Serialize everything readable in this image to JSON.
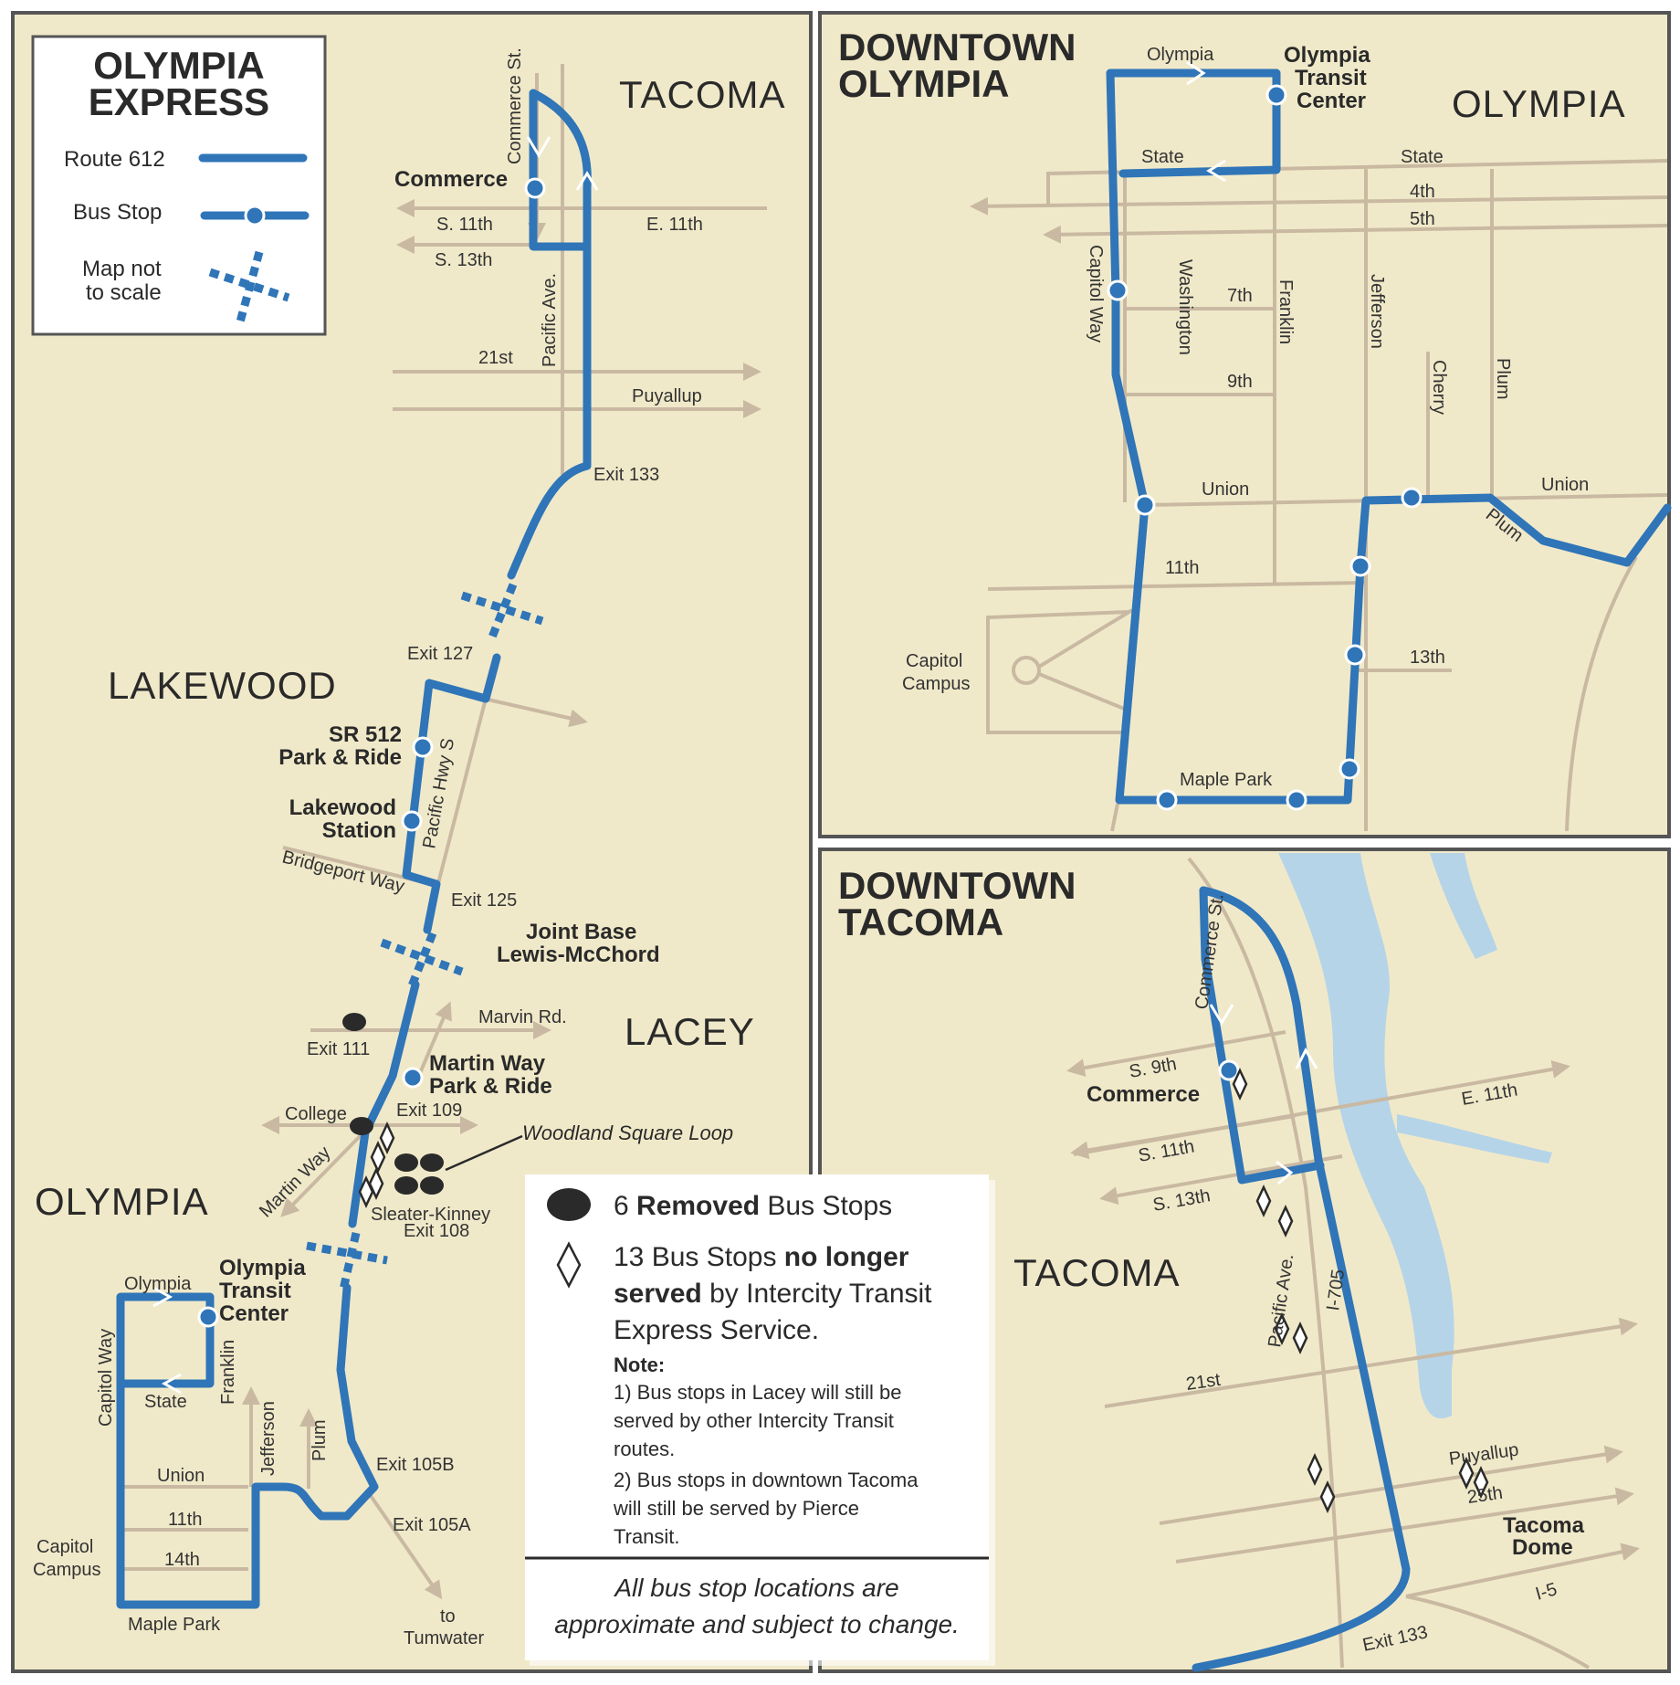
{
  "colors": {
    "background": "#f0e9c9",
    "route": "#2f75b8",
    "street": "#c9b9a2",
    "water": "#b5d4e8",
    "frame": "#555555",
    "removed_stop": "#2a2a2a"
  },
  "legend": {
    "title_line1": "OLYMPIA",
    "title_line2": "EXPRESS",
    "route_label": "Route 612",
    "stop_label": "Bus Stop",
    "scale_line1": "Map not",
    "scale_line2": "to scale"
  },
  "main_map": {
    "cities": [
      "TACOMA",
      "LAKEWOOD",
      "LACEY",
      "OLYMPIA"
    ],
    "stops": {
      "commerce": "Commerce",
      "sr512_line1": "SR 512",
      "sr512_line2": "Park & Ride",
      "lakewood_line1": "Lakewood",
      "lakewood_line2": "Station",
      "jblm_line1": "Joint Base",
      "jblm_line2": "Lewis-McChord",
      "martin_line1": "Martin Way",
      "martin_line2": "Park & Ride",
      "otc_line1": "Olympia",
      "otc_line2": "Transit",
      "otc_line3": "Center"
    },
    "streets": {
      "commerce_st": "Commerce St.",
      "s11th": "S. 11th",
      "s13th": "S. 13th",
      "e11th": "E. 11th",
      "pacific_ave": "Pacific Ave.",
      "s21st": "21st",
      "puyallup": "Puyallup",
      "exit133": "Exit 133",
      "exit127": "Exit 127",
      "pacific_hwy": "Pacific Hwy S",
      "bridgeport": "Bridgeport Way",
      "exit125": "Exit 125",
      "marvin": "Marvin Rd.",
      "exit111": "Exit 111",
      "exit109": "Exit 109",
      "college": "College",
      "martin_way": "Martin Way",
      "woodland": "Woodland Square Loop",
      "sleater": "Sleater-Kinney",
      "exit108": "Exit 108",
      "olympia": "Olympia",
      "capitol_way": "Capitol Way",
      "state": "State",
      "franklin": "Franklin",
      "jefferson": "Jefferson",
      "plum": "Plum",
      "union": "Union",
      "s11th_oly": "11th",
      "s14th": "14th",
      "capitol_line1": "Capitol",
      "capitol_line2": "Campus",
      "maple_park": "Maple Park",
      "exit105b": "Exit 105B",
      "exit105a": "Exit 105A",
      "tumwater_line1": "to",
      "tumwater_line2": "Tumwater"
    }
  },
  "olympia_inset": {
    "title_line1": "DOWNTOWN",
    "title_line2": "OLYMPIA",
    "city": "OLYMPIA",
    "otc_line1": "Olympia",
    "otc_line2": "Transit",
    "otc_line3": "Center",
    "streets": {
      "olympia": "Olympia",
      "state_left": "State",
      "state_right": "State",
      "fourth": "4th",
      "fifth": "5th",
      "capitol_way": "Capitol Way",
      "washington": "Washington",
      "franklin": "Franklin",
      "jefferson": "Jefferson",
      "cherry": "Cherry",
      "plum": "Plum",
      "plum_diag": "Plum",
      "seventh": "7th",
      "ninth": "9th",
      "union_left": "Union",
      "union_right": "Union",
      "eleventh": "11th",
      "thirteenth": "13th",
      "capitol_line1": "Capitol",
      "capitol_line2": "Campus",
      "maple_park": "Maple Park"
    }
  },
  "tacoma_inset": {
    "title_line1": "DOWNTOWN",
    "title_line2": "TACOMA",
    "city": "TACOMA",
    "streets": {
      "commerce_st": "Commerce St.",
      "s9th": "S. 9th",
      "commerce": "Commerce",
      "e11th": "E. 11th",
      "s11th": "S. 11th",
      "s13th": "S. 13th",
      "pacific_ave": "Pacific Ave.",
      "i705": "I-705",
      "s21st": "21st",
      "puyallup": "Puyallup",
      "s25th": "25th",
      "dome_line1": "Tacoma",
      "dome_line2": "Dome",
      "i5": "I-5",
      "exit133": "Exit 133"
    }
  },
  "notice": {
    "removed_count": "6",
    "removed_bold": "Removed",
    "removed_rest": "Bus Stops",
    "unserved_count": "13 Bus Stops",
    "unserved_bold": "no longer",
    "unserved_bold2": "served",
    "unserved_rest1": "by Intercity Transit",
    "unserved_rest2": "Express Service.",
    "note_title": "Note:",
    "note1_line1": "1) Bus stops in Lacey will still be",
    "note1_line2": "served by other Intercity Transit",
    "note1_line3": "routes.",
    "note2_line1": "2) Bus stops in downtown Tacoma",
    "note2_line2": "will still be served by Pierce",
    "note2_line3": "Transit.",
    "disclaimer_line1": "All bus stop locations are",
    "disclaimer_line2": "approximate and subject to change."
  }
}
